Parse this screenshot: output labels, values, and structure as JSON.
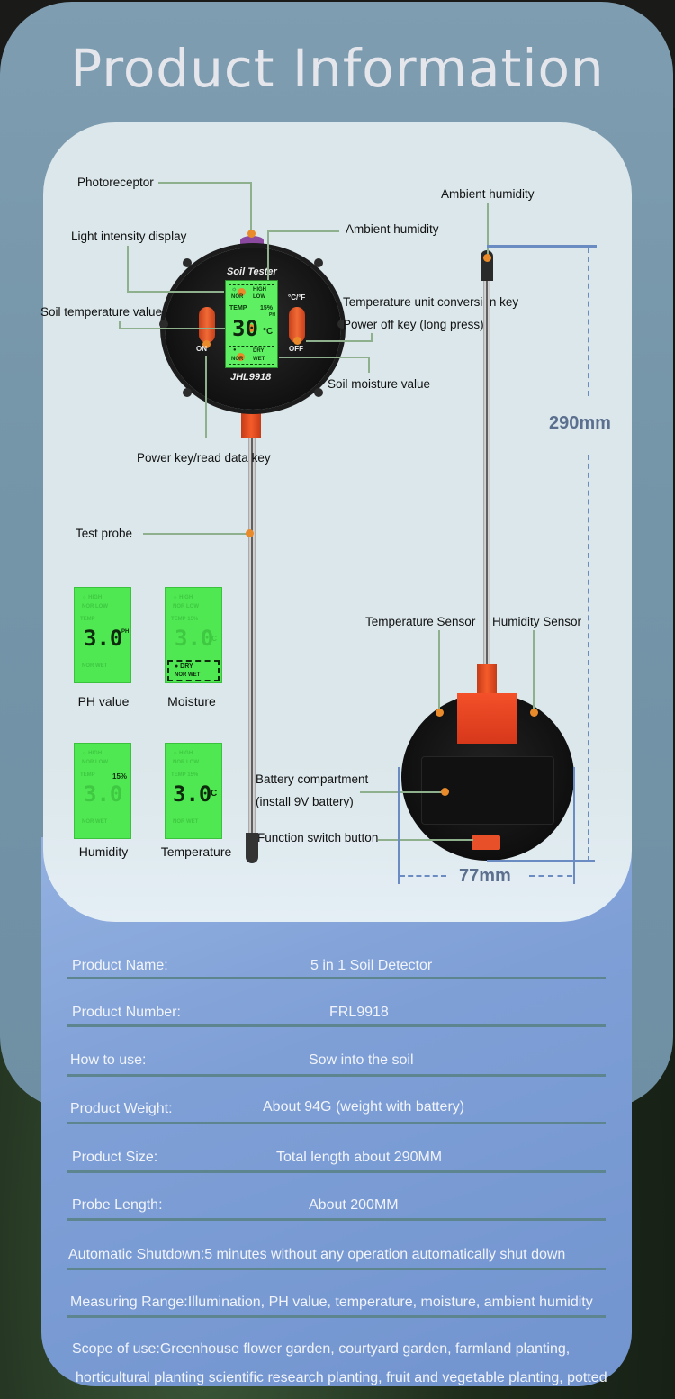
{
  "page": {
    "title": "Product Information"
  },
  "device_front": {
    "brand_label": "Soil Tester",
    "model_label": "JHL9918",
    "unit_key_label": "°C/°F",
    "on_label": "ON",
    "off_label": "OFF",
    "lcd": {
      "light_high": "HIGH",
      "light_low": "LOW",
      "light_nor": "NOR",
      "temp_label": "TEMP",
      "humidity_value": "15%",
      "ph_label": "PH",
      "main_value": "30",
      "unit": "°C",
      "dry": "DRY",
      "wet": "WET",
      "moist_nor": "NOR"
    }
  },
  "callouts": {
    "photoreceptor": "Photoreceptor",
    "light_intensity": "Light intensity display",
    "ambient_humidity_display": "Ambient humidity",
    "soil_temperature": "Soil temperature value",
    "temp_unit_key": "Temperature unit conversion key",
    "power_off_key": "Power off key (long press)",
    "soil_moisture": "Soil moisture value",
    "power_key": "Power key/read data key",
    "test_probe": "Test probe",
    "ambient_humidity_probe": "Ambient humidity",
    "temperature_sensor": "Temperature Sensor",
    "humidity_sensor": "Humidity Sensor",
    "battery_line1": "Battery compartment",
    "battery_line2": "(install 9V battery)",
    "function_switch": "Function switch button"
  },
  "display_modes": [
    {
      "caption": "PH value",
      "value": "3.0",
      "suffix": "PH"
    },
    {
      "caption": "Moisture",
      "value": "3.0",
      "suffix": "°C"
    },
    {
      "caption": "Humidity",
      "value": "3.0",
      "suffix": "15%"
    },
    {
      "caption": "Temperature",
      "value": "3.0",
      "suffix": "°C"
    }
  ],
  "dimensions": {
    "length": "290mm",
    "width": "77mm"
  },
  "specs": [
    {
      "label": "Product Name:",
      "value": "5 in 1 Soil Detector"
    },
    {
      "label": "Product Number:",
      "value": "FRL9918"
    },
    {
      "label": "How to use:",
      "value": "Sow into the soil"
    },
    {
      "label": "Product Weight:",
      "value": "About 94G (weight with battery)"
    },
    {
      "label": "Product Size:",
      "value": "Total length about 290MM"
    },
    {
      "label": "Probe Length:",
      "value": "About 200MM"
    },
    {
      "label": "Automatic Shutdown:",
      "value": "5 minutes without any operation automatically shut down"
    },
    {
      "label": "Measuring Range:",
      "value": "Illumination, PH value, temperature, moisture, ambient humidity"
    },
    {
      "label": "Scope of use:",
      "value": "Greenhouse flower garden, courtyard garden, farmland planting,",
      "value2": "horticultural planting scientific research planting, fruit and vegetable planting, potted"
    }
  ],
  "colors": {
    "accent_orange": "#e98a2b",
    "lcd_green": "#5eef63",
    "dimension_blue": "#6a8cc3"
  }
}
